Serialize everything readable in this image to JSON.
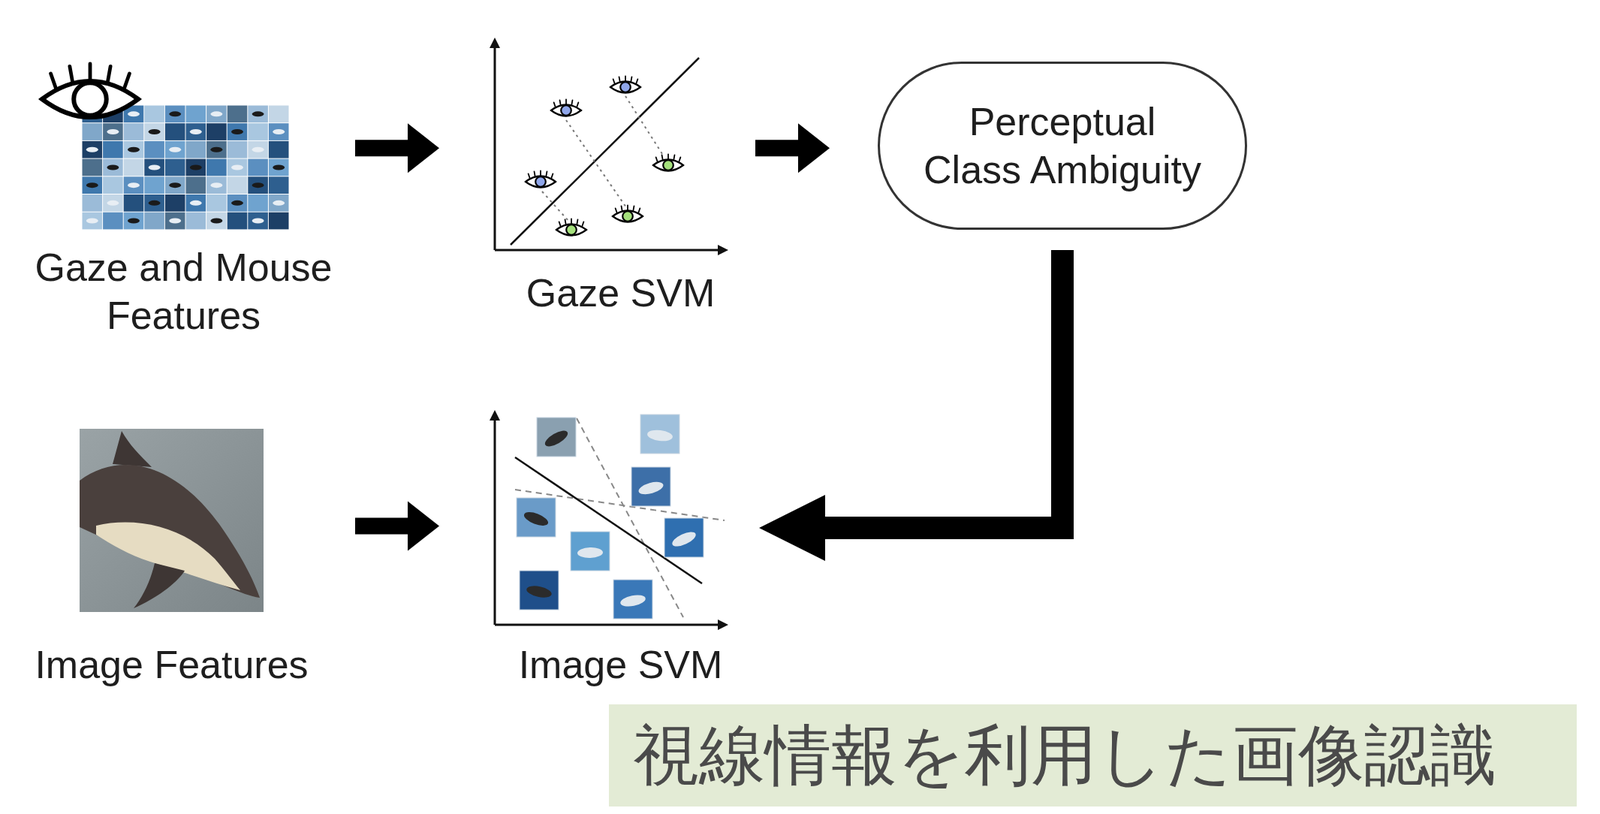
{
  "diagram": {
    "caption": "視線情報を利用した画像認識",
    "nodes": [
      {
        "text": [
          "Gaze and Mouse Features"
        ]
      },
      {
        "text": [
          "Gaze SVM"
        ]
      },
      {
        "text": [
          "Perceptual Class Ambiguity"
        ]
      },
      {
        "text": [
          "Image Features"
        ]
      },
      {
        "text": [
          "Image SVM"
        ]
      }
    ],
    "edges": [
      {
        "from": 0,
        "to": 1,
        "arrow": "to"
      },
      {
        "from": 1,
        "to": 2,
        "arrow": "to"
      },
      {
        "from": 2,
        "to": 4,
        "arrow": "to"
      },
      {
        "from": 3,
        "to": 4,
        "arrow": "to"
      }
    ]
  }
}
